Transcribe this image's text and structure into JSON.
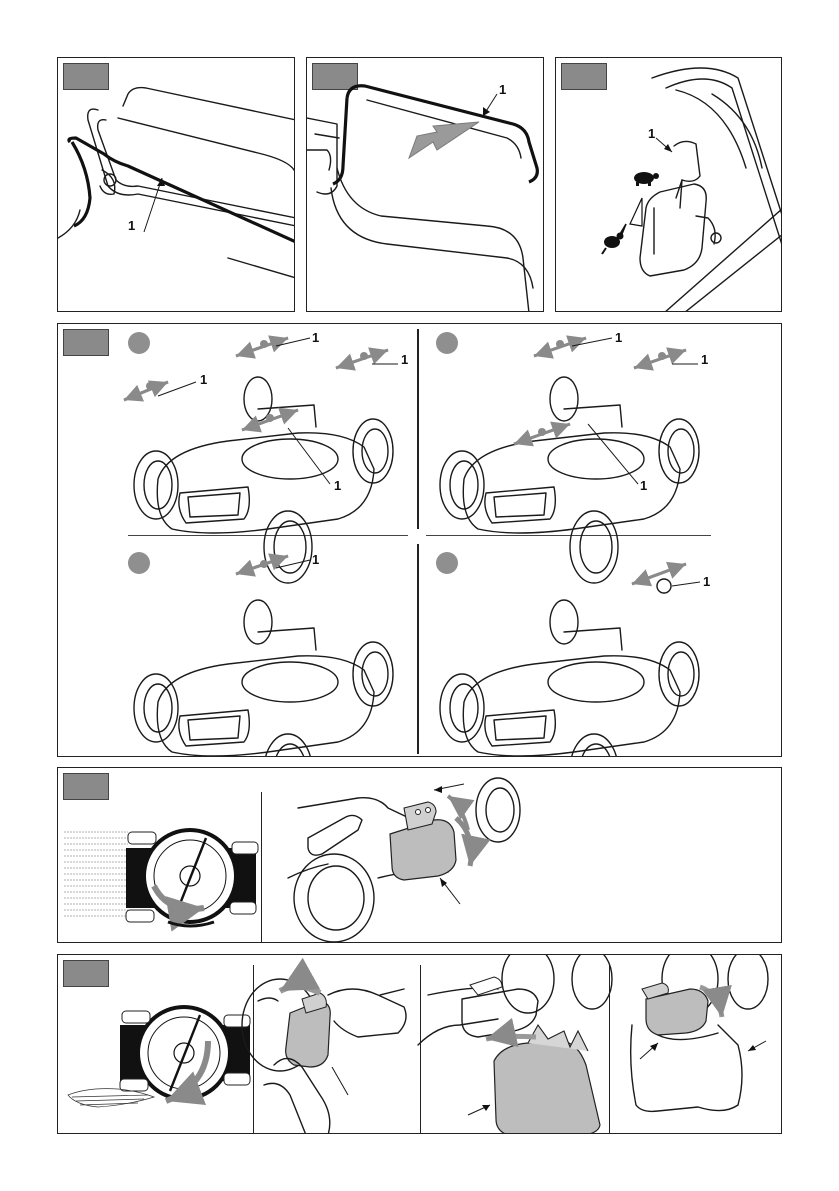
{
  "labels": {
    "p1": "1",
    "p2": "1",
    "p3": "1",
    "p4a1": "1",
    "p4a2": "1",
    "p4a3": "1",
    "p4a4": "1",
    "p4b1": "1",
    "p4b2": "1",
    "p4b3": "1",
    "p4c1": "1",
    "p4d1": "1"
  },
  "colors": {
    "tag_fill": "#8a8a8a",
    "arrow_grey": "#9a9a9a",
    "part_grey": "#bdbdbd"
  },
  "icons": {
    "slow": "turtle-icon",
    "fast": "rabbit-icon"
  }
}
